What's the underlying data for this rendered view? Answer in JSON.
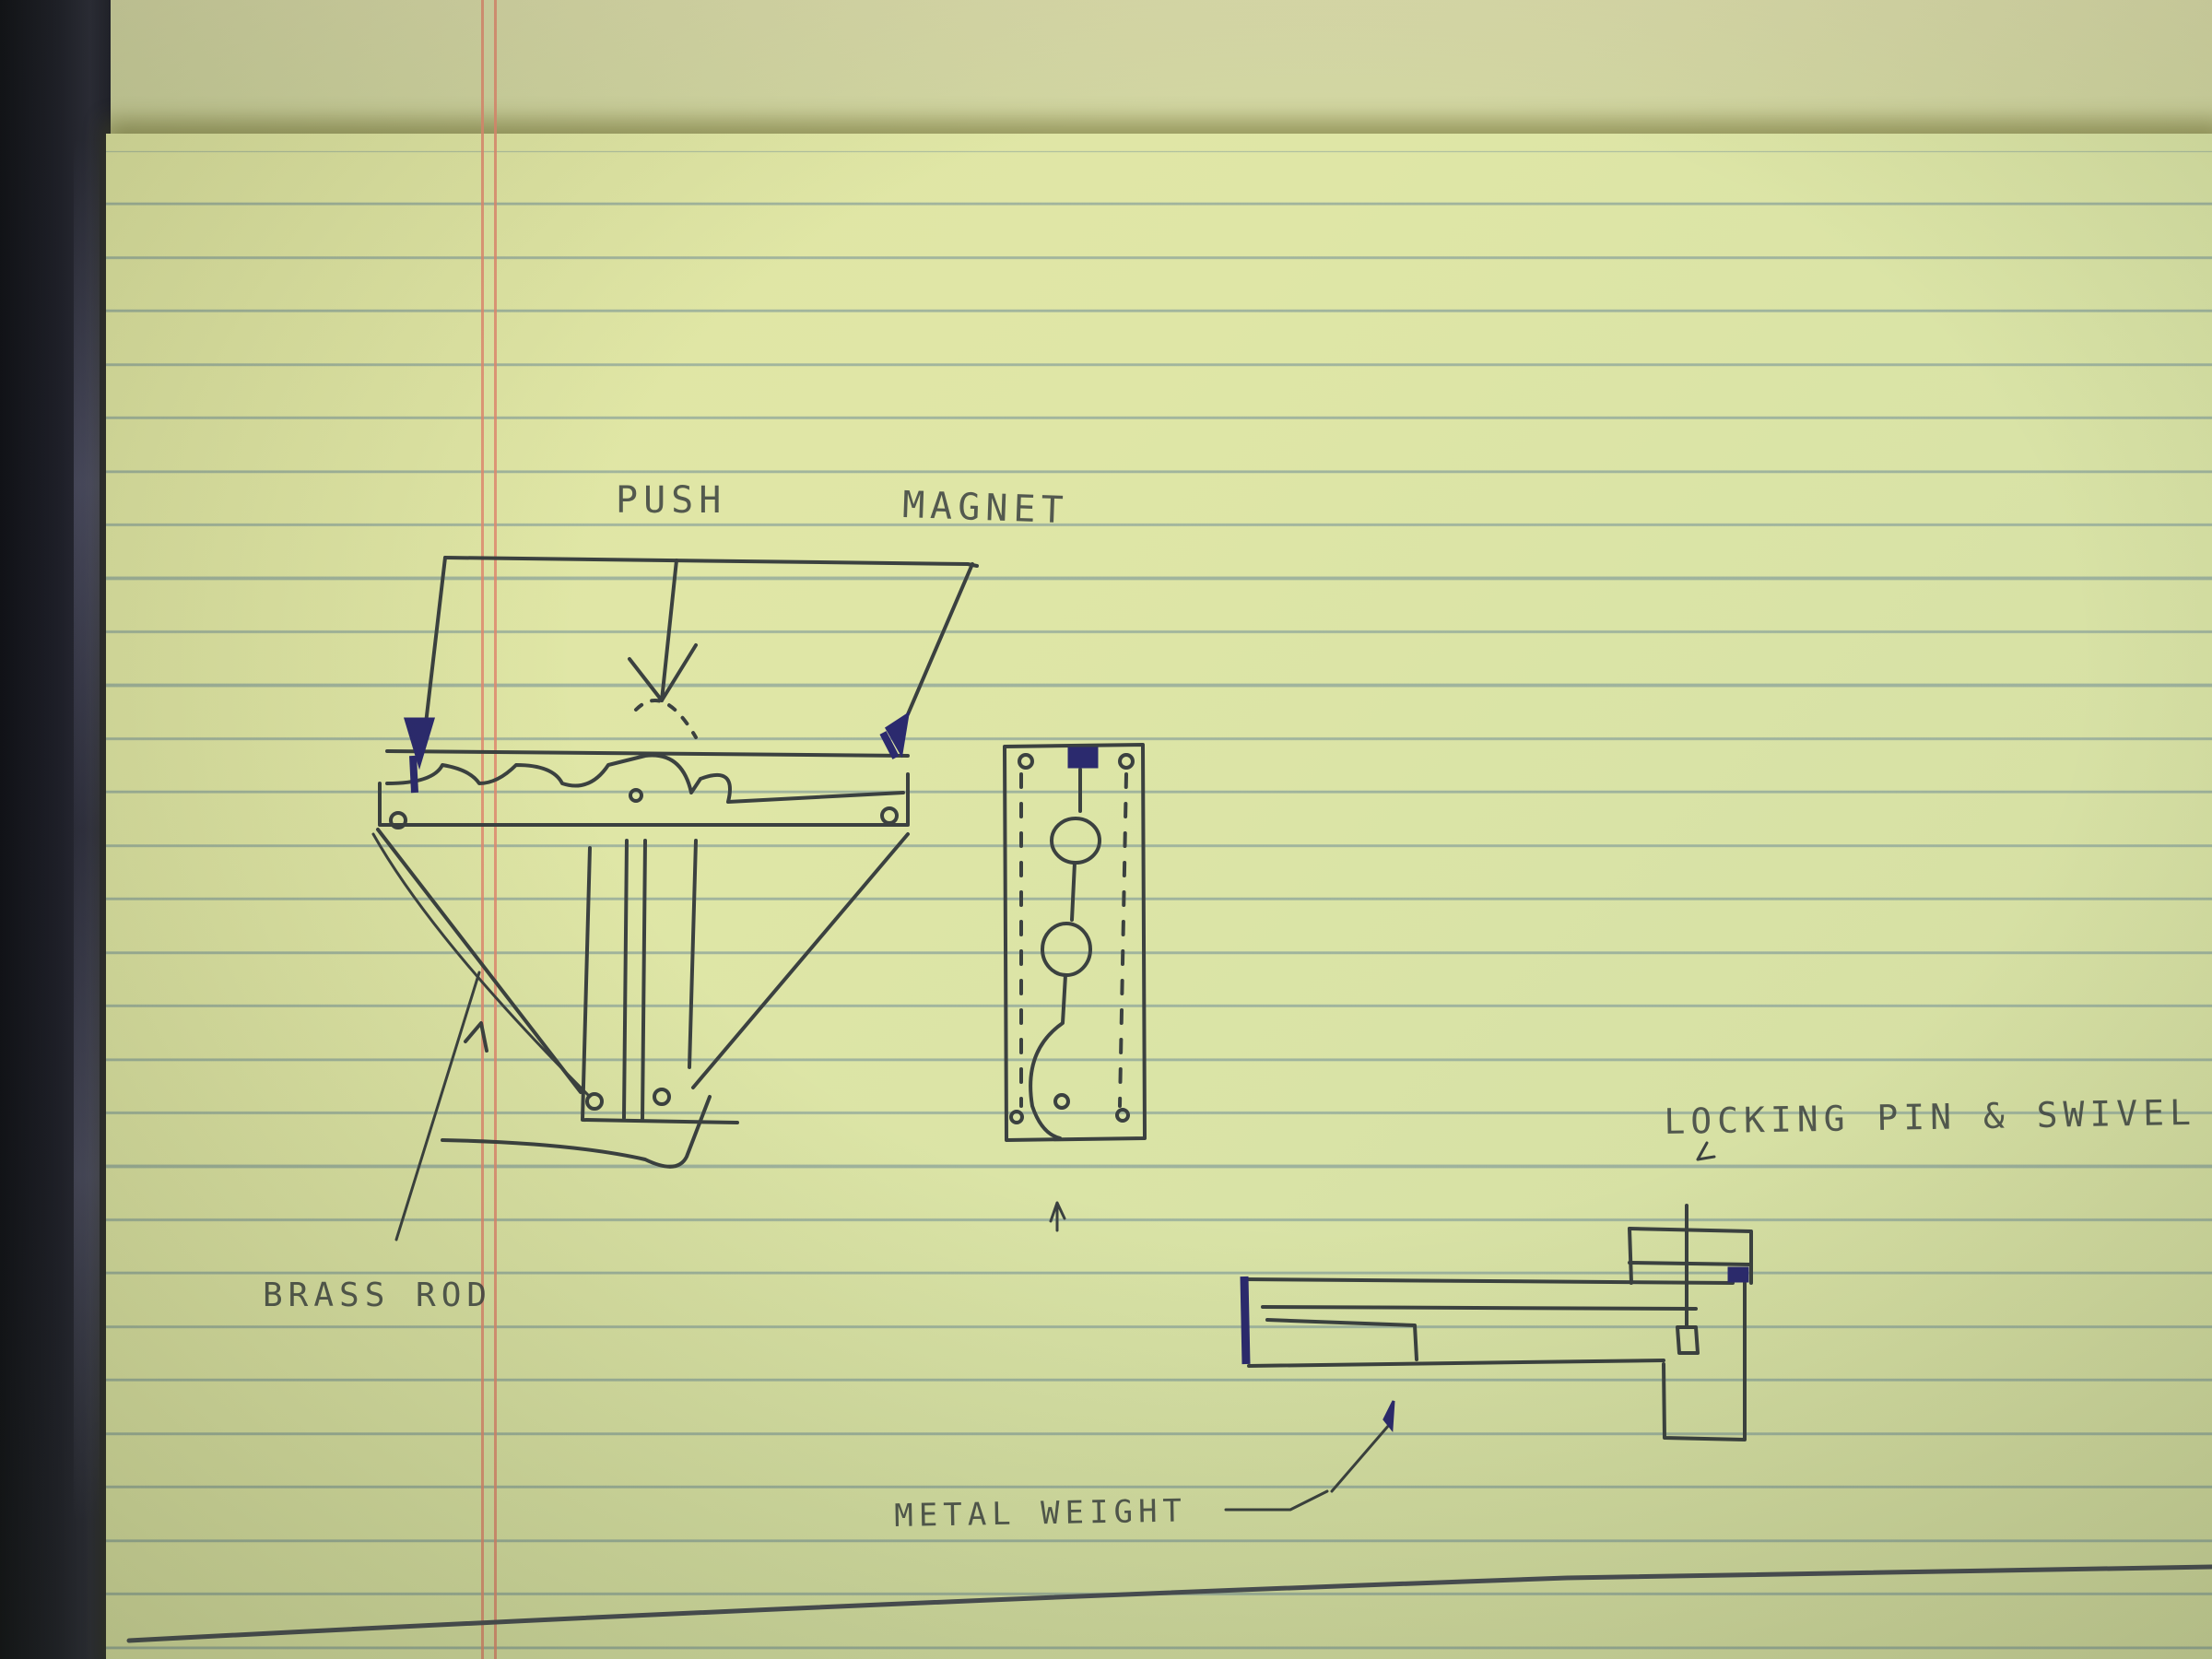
{
  "photo": {
    "subject": "Hand-drawn sketches on yellow legal pad",
    "colors": {
      "paper": "#dfe6a6",
      "rule_line": "#6e8c96",
      "margin_line": "#e08a70",
      "pencil": "#3b4140",
      "blue_ink": "#2b2a6e",
      "binder": "#151520"
    }
  },
  "labels": {
    "push": "PUSH",
    "magnet": "MAGNET",
    "brass_rod": "BRASS ROD",
    "locking_pin_swivel": "LOCKING PIN & SWIVEL",
    "metal_weight": "METAL WEIGHT"
  },
  "drawings": [
    {
      "name": "triangular-frame",
      "description": "Triangular frame with magnet bar, push point and brass rod"
    },
    {
      "name": "vertical-panel",
      "description": "Vertical plate with two round holes and bottom cutout"
    },
    {
      "name": "swivel-arm",
      "description": "Horizontal arm with metal weight and locking pin swivel block"
    }
  ]
}
